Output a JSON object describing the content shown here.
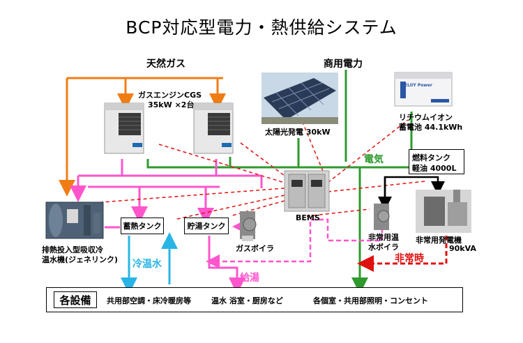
{
  "title": "BCP対応型電力・熱供給システム",
  "labels": {
    "natural_gas": "天然ガス",
    "commercial_power": "商用電力",
    "gas_engine_line1": "ガスエンジンCGS",
    "gas_engine_line2": "35kW ×2台",
    "solar": "太陽光発電 30kW",
    "battery_line1": "リチウムイオン",
    "battery_line2": "蓄電池  44.1kWh",
    "battery_brand": "ELIIY Power",
    "electricity": "電気",
    "fuel_tank_line1": "燃料タンク",
    "fuel_tank_line2": "軽油 4000L",
    "bems": "BEMS",
    "emergency_boiler_line1": "非常用温",
    "emergency_boiler_line2": "水ボイラ",
    "emergency_generator_line1": "非常用発電機",
    "emergency_generator_line2": "90kVA",
    "emergency_time": "非常時",
    "absorption_line1": "排熱投入型吸収冷",
    "absorption_line2": "温水機(ジェネリンク)",
    "heat_storage_tank": "蓄熱タンク",
    "hot_water_tank": "貯湯タンク",
    "gas_boiler": "ガスボイラ",
    "chilled_hot_water": "冷温水",
    "hot_water_supply": "給湯"
  },
  "bottom": {
    "heading": "各設備",
    "item1": "共用部空調・床冷暖房等",
    "item2": "温水 浴室・厨房など",
    "item3": "各個室・共用部照明・コンセント"
  },
  "colors": {
    "gas": "#f07d14",
    "power": "#2e9a2e",
    "heat": "#ff55cc",
    "chilled": "#29b4e6",
    "emergency": "#e01010",
    "control": "#e01010",
    "fuel": "#000000"
  }
}
